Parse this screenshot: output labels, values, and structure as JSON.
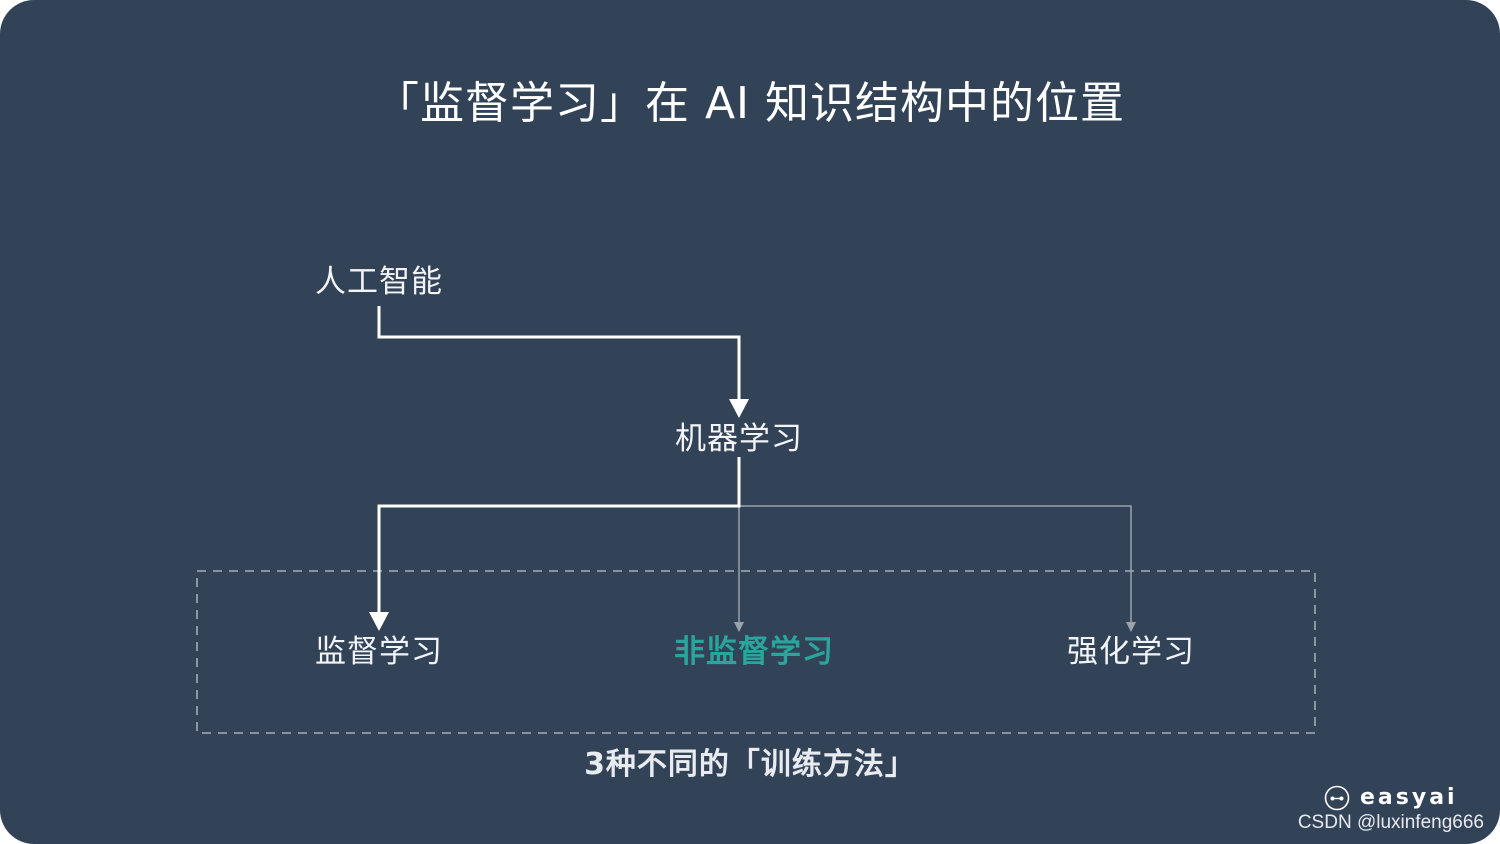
{
  "title": "「监督学习」在 AI 知识结构中的位置",
  "nodes": {
    "ai": "人工智能",
    "ml": "机器学习",
    "supervised": "监督学习",
    "unsupervised": "非监督学习",
    "reinforcement": "强化学习"
  },
  "group_caption": "3种不同的「训练方法」",
  "colors": {
    "background": "#334357",
    "highlight": "#2aa59c",
    "primary_line": "#ffffff",
    "secondary_line": "#9aa3ad"
  },
  "brand": {
    "name": "easyai",
    "icon": "face-logo-icon"
  },
  "credit": "CSDN @luxinfeng666"
}
